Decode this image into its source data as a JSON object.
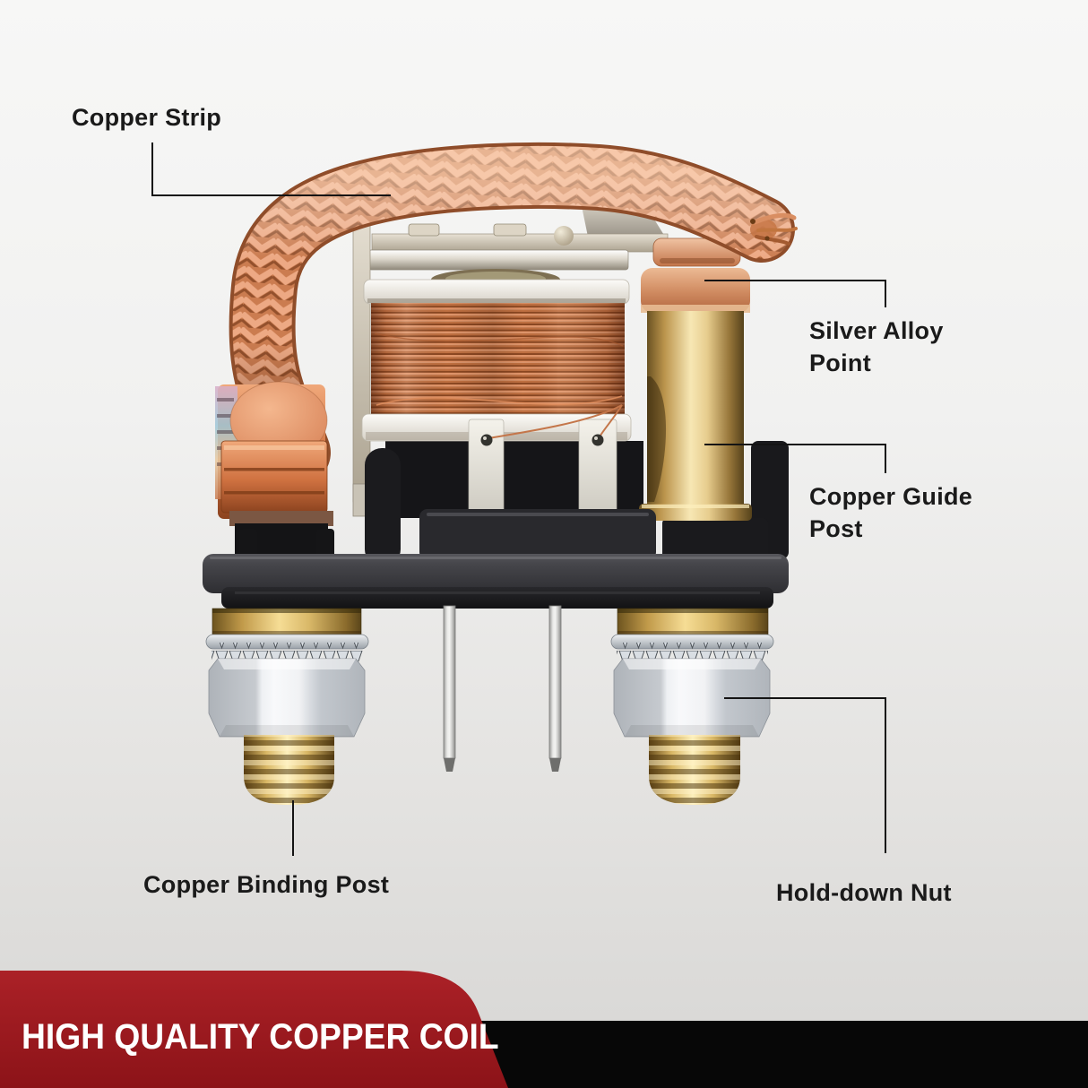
{
  "callouts": {
    "copper_strip": "Copper Strip",
    "silver_alloy_point": "Silver Alloy Point",
    "copper_guide_post": "Copper Guide Post",
    "copper_binding_post": "Copper Binding Post",
    "hold_down_nut": "Hold-down Nut"
  },
  "banner": {
    "title": "HIGH QUALITY COPPER COIL"
  },
  "colors": {
    "background_top": "#f7f7f6",
    "background_bottom": "#d7d6d4",
    "banner_red": "#9e1c22",
    "banner_red_dark": "#8c1318",
    "bottom_bar_black": "#070707",
    "label_text": "#1a1a1a",
    "leader_line": "#141414",
    "copper_braid": "#cb7c50",
    "coil_wire": "#c06f40",
    "brass_post": "#d9b868",
    "copper_cap": "#cf8a5f",
    "chrome_nut": "#e9ebee",
    "gold_ring": "#d9b868",
    "base_plastic": "#3a3a3e"
  }
}
